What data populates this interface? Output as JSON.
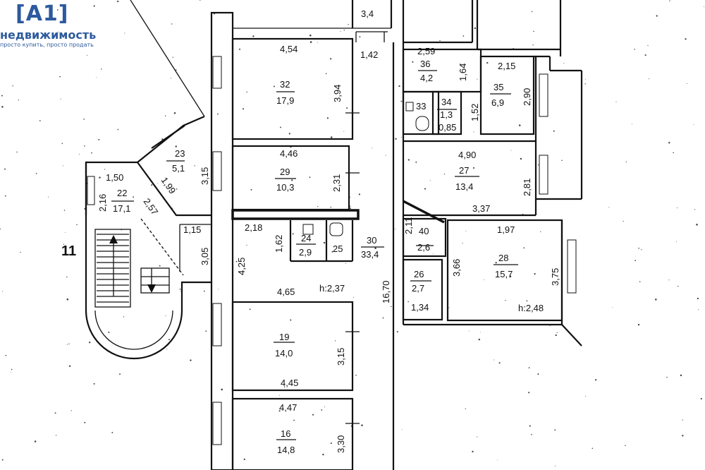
{
  "logo": {
    "mark": "[A1]",
    "name": "недвижимость",
    "slogan": "просто купить, просто продать"
  },
  "floor_label": "11",
  "rooms": [
    {
      "id": "r36",
      "number": "36",
      "area": "4,2"
    },
    {
      "id": "r32",
      "number": "32",
      "area": "17,9"
    },
    {
      "id": "r35",
      "number": "35",
      "area": "6,9"
    },
    {
      "id": "r34",
      "number": "34",
      "area": "1,3"
    },
    {
      "id": "r33",
      "number": "33",
      "area": ""
    },
    {
      "id": "r23",
      "number": "23",
      "area": "5,1"
    },
    {
      "id": "r29",
      "number": "29",
      "area": "10,3"
    },
    {
      "id": "r27",
      "number": "27",
      "area": "13,4"
    },
    {
      "id": "r22",
      "number": "22",
      "area": "17,1"
    },
    {
      "id": "r24",
      "number": "24",
      "area": "2,9"
    },
    {
      "id": "r25",
      "number": "25",
      "area": ""
    },
    {
      "id": "r30",
      "number": "30",
      "area": "33,4"
    },
    {
      "id": "r40",
      "number": "40",
      "area": "2,6"
    },
    {
      "id": "r28",
      "number": "28",
      "area": "15,7"
    },
    {
      "id": "r26",
      "number": "26",
      "area": "2,7"
    },
    {
      "id": "r19",
      "number": "19",
      "area": "14,0"
    },
    {
      "id": "r16",
      "number": "16",
      "area": "14,8"
    },
    {
      "id": "rtop",
      "number": "",
      "area": "3,4"
    }
  ],
  "dimensions": [
    "4,54",
    "3,94",
    "1,42",
    "2,59",
    "1,64",
    "2,15",
    "2,90",
    "1,52",
    "0,85",
    "4,46",
    "2,31",
    "3,15",
    "1,99",
    "1,50",
    "2,16",
    "2,57",
    "4,90",
    "2,81",
    "3,37",
    "1,15",
    "2,18",
    "1,62",
    "2,11",
    "1,97",
    "3,05",
    "4,25",
    "3,66",
    "3,75",
    "4,65",
    "16,70",
    "1,34",
    "3,15",
    "4,45",
    "4,47",
    "3,30"
  ],
  "heights": [
    "h:2,37",
    "h:2,48"
  ]
}
